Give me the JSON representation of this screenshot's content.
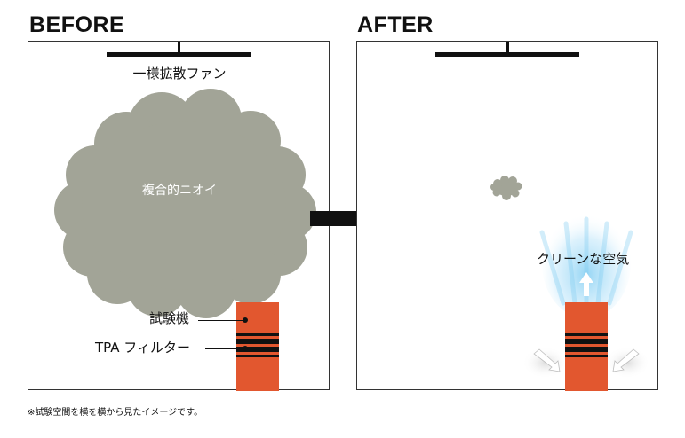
{
  "before": {
    "heading": "BEFORE",
    "fan_label": "一様拡散ファン",
    "odor_label": "複合的ニオイ",
    "device_label": "試験機",
    "filter_label": "TPA フィルター"
  },
  "after": {
    "heading": "AFTER",
    "clean_air_label": "クリーンな空気"
  },
  "footnote": "※試験空間を横を横から見たイメージです。",
  "colors": {
    "device": "#e2572f",
    "odor_cloud": "#a2a497",
    "clean_air_glow": "#8fd3f4",
    "border": "#333333"
  }
}
